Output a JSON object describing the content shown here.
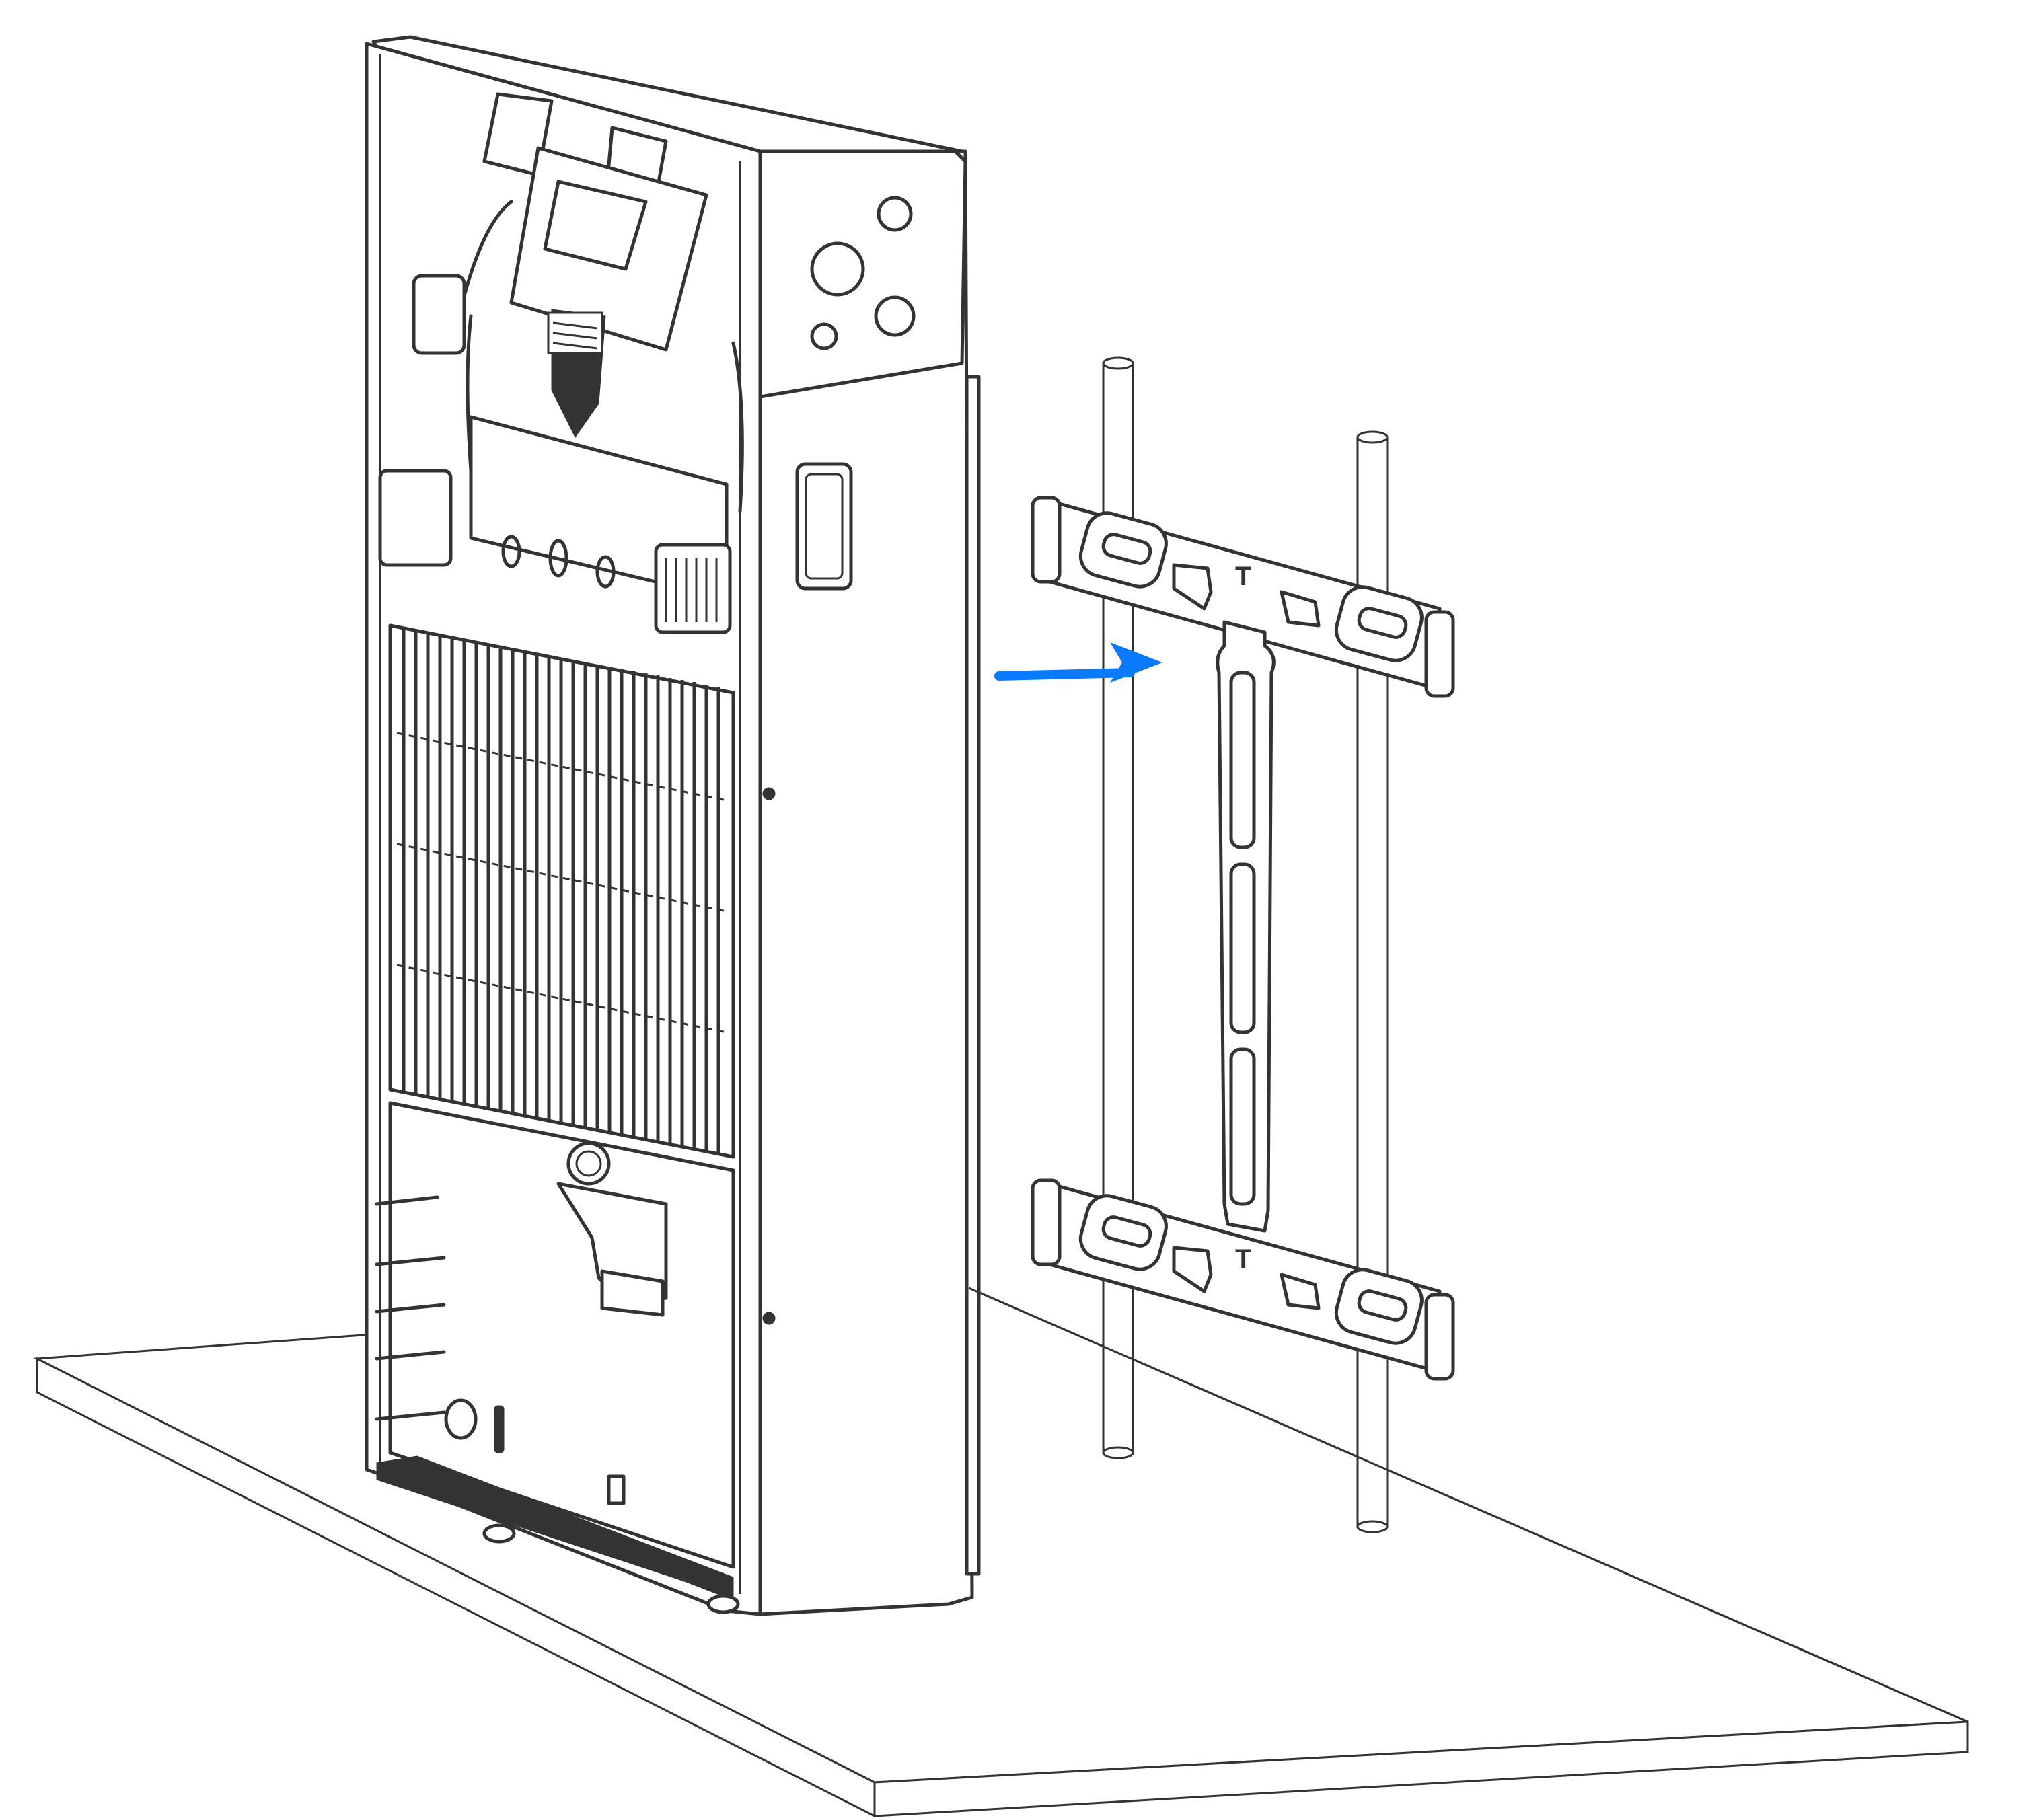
{
  "figure": {
    "description": "Isometric line illustration: battery/inverter unit standing on a floor slab next to a wall-mount bracket attached to two vertical rods; blue arrow indicates moving the unit onto the bracket",
    "caption": ""
  },
  "colors": {
    "ink": "#333333",
    "arrow": "#0A7BFF",
    "background": "#FFFFFF"
  },
  "parts": {
    "unit": {
      "label": "Unit (rear view, heatsink exposed)"
    },
    "bracket": {
      "label": "Wall-mount bracket",
      "logo": "T"
    },
    "rods": {
      "label": "Vertical mounting rods",
      "count": 2
    },
    "floor": {
      "label": "Floor slab"
    },
    "arrow": {
      "label": "Direction of installation",
      "direction": "right"
    }
  }
}
